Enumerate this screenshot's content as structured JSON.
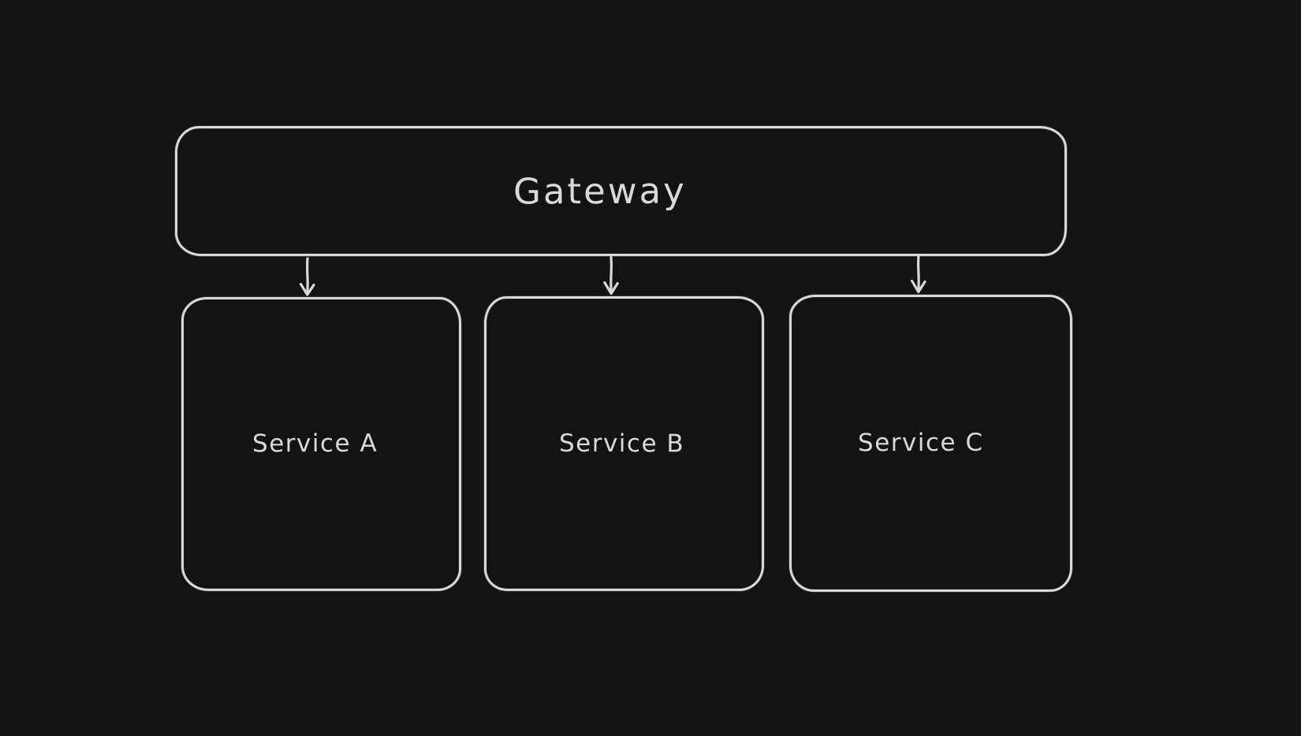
{
  "diagram": {
    "style": "hand-drawn-sketch",
    "colors": {
      "background": "#131313",
      "stroke": "#d9d9d9",
      "text": "#d9d9d9"
    },
    "nodes": [
      {
        "id": "gateway",
        "label": "Gateway"
      },
      {
        "id": "service-a",
        "label": "Service A"
      },
      {
        "id": "service-b",
        "label": "Service B"
      },
      {
        "id": "service-c",
        "label": "Service C"
      }
    ],
    "edges": [
      {
        "from": "gateway",
        "to": "service-a",
        "type": "arrow",
        "direction": "down"
      },
      {
        "from": "gateway",
        "to": "service-b",
        "type": "arrow",
        "direction": "down"
      },
      {
        "from": "gateway",
        "to": "service-c",
        "type": "arrow",
        "direction": "down"
      }
    ]
  }
}
